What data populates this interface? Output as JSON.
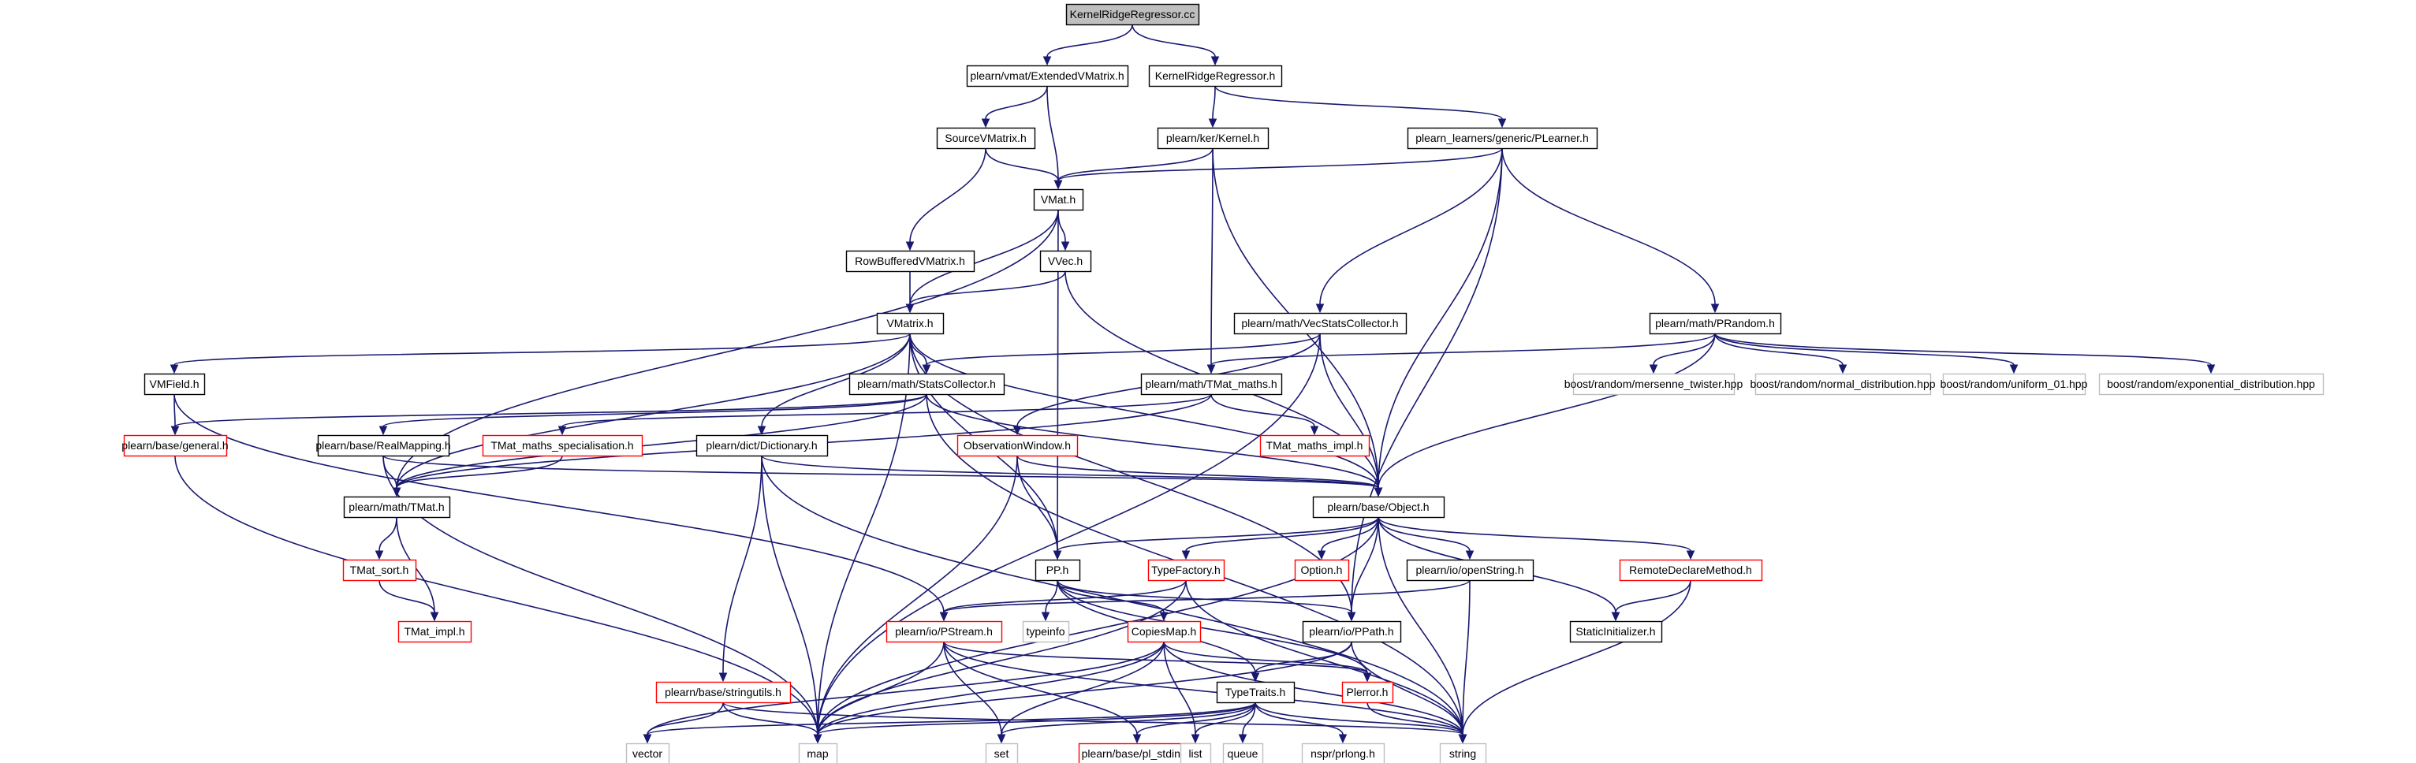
{
  "graph": {
    "nodes": {
      "root": {
        "label": "KernelRidgeRegressor.cc",
        "style": "root"
      },
      "evm": {
        "label": "plearn/vmat/ExtendedVMatrix.h",
        "style": "normal"
      },
      "krh": {
        "label": "KernelRidgeRegressor.h",
        "style": "normal"
      },
      "svm": {
        "label": "SourceVMatrix.h",
        "style": "normal"
      },
      "vmat": {
        "label": "VMat.h",
        "style": "normal"
      },
      "kernel": {
        "label": "plearn/ker/Kernel.h",
        "style": "normal"
      },
      "plearner": {
        "label": "plearn_learners/generic/PLearner.h",
        "style": "normal"
      },
      "rbvm": {
        "label": "RowBufferedVMatrix.h",
        "style": "normal"
      },
      "vvec": {
        "label": "VVec.h",
        "style": "normal"
      },
      "vmatrix": {
        "label": "VMatrix.h",
        "style": "normal"
      },
      "vecstats": {
        "label": "plearn/math/VecStatsCollector.h",
        "style": "normal"
      },
      "prandom": {
        "label": "plearn/math/PRandom.h",
        "style": "normal"
      },
      "vmfield": {
        "label": "VMField.h",
        "style": "normal"
      },
      "stats": {
        "label": "plearn/math/StatsCollector.h",
        "style": "normal"
      },
      "tmatmaths": {
        "label": "plearn/math/TMat_maths.h",
        "style": "normal"
      },
      "mt": {
        "label": "boost/random/mersenne_twister.hpp",
        "style": "leaf"
      },
      "normal": {
        "label": "boost/random/normal_distribution.hpp",
        "style": "leaf"
      },
      "uniform": {
        "label": "boost/random/uniform_01.hpp",
        "style": "leaf"
      },
      "expo": {
        "label": "boost/random/exponential_distribution.hpp",
        "style": "leaf"
      },
      "general": {
        "label": "plearn/base/general.h",
        "style": "truncated"
      },
      "realmap": {
        "label": "plearn/base/RealMapping.h",
        "style": "normal"
      },
      "tmatspec": {
        "label": "TMat_maths_specialisation.h",
        "style": "truncated"
      },
      "dict": {
        "label": "plearn/dict/Dictionary.h",
        "style": "normal"
      },
      "obswin": {
        "label": "ObservationWindow.h",
        "style": "truncated"
      },
      "tmatimpl1": {
        "label": "TMat_maths_impl.h",
        "style": "truncated"
      },
      "tmat": {
        "label": "plearn/math/TMat.h",
        "style": "normal"
      },
      "object": {
        "label": "plearn/base/Object.h",
        "style": "normal"
      },
      "tmatsort": {
        "label": "TMat_sort.h",
        "style": "truncated"
      },
      "tmatimpl2": {
        "label": "TMat_impl.h",
        "style": "truncated"
      },
      "pp": {
        "label": "PP.h",
        "style": "normal"
      },
      "typefactory": {
        "label": "TypeFactory.h",
        "style": "truncated"
      },
      "option": {
        "label": "Option.h",
        "style": "truncated"
      },
      "openstring": {
        "label": "plearn/io/openString.h",
        "style": "normal"
      },
      "remote": {
        "label": "RemoteDeclareMethod.h",
        "style": "truncated"
      },
      "pstream": {
        "label": "plearn/io/PStream.h",
        "style": "truncated"
      },
      "typeinfo": {
        "label": "typeinfo",
        "style": "leaf"
      },
      "copiesmap": {
        "label": "CopiesMap.h",
        "style": "truncated"
      },
      "ppath": {
        "label": "plearn/io/PPath.h",
        "style": "normal"
      },
      "staticinit": {
        "label": "StaticInitializer.h",
        "style": "normal"
      },
      "stringutils": {
        "label": "plearn/base/stringutils.h",
        "style": "truncated"
      },
      "perror": {
        "label": "Plerror.h",
        "style": "truncated"
      },
      "typetraits": {
        "label": "TypeTraits.h",
        "style": "normal"
      },
      "vector": {
        "label": "vector",
        "style": "leaf"
      },
      "map": {
        "label": "map",
        "style": "leaf"
      },
      "set": {
        "label": "set",
        "style": "leaf"
      },
      "plstdint": {
        "label": "plearn/base/pl_stdint.h",
        "style": "truncated"
      },
      "list": {
        "label": "list",
        "style": "leaf"
      },
      "queue": {
        "label": "queue",
        "style": "leaf"
      },
      "nsprlong": {
        "label": "nspr/prlong.h",
        "style": "leaf"
      },
      "string": {
        "label": "string",
        "style": "leaf"
      }
    },
    "edges": [
      [
        "root",
        "evm"
      ],
      [
        "root",
        "krh"
      ],
      [
        "evm",
        "svm"
      ],
      [
        "evm",
        "vmat"
      ],
      [
        "krh",
        "kernel"
      ],
      [
        "krh",
        "plearner"
      ],
      [
        "svm",
        "vmat"
      ],
      [
        "svm",
        "rbvm"
      ],
      [
        "kernel",
        "vmat"
      ],
      [
        "kernel",
        "tmatmaths"
      ],
      [
        "kernel",
        "object"
      ],
      [
        "plearner",
        "vmat"
      ],
      [
        "plearner",
        "vecstats"
      ],
      [
        "plearner",
        "object"
      ],
      [
        "plearner",
        "prandom"
      ],
      [
        "plearner",
        "ppath"
      ],
      [
        "vmat",
        "vvec"
      ],
      [
        "vmat",
        "vmatrix"
      ],
      [
        "vmat",
        "tmat"
      ],
      [
        "vmat",
        "pp"
      ],
      [
        "rbvm",
        "vmatrix"
      ],
      [
        "vvec",
        "vmatrix"
      ],
      [
        "vvec",
        "object"
      ],
      [
        "vmatrix",
        "vmfield"
      ],
      [
        "vmatrix",
        "stats"
      ],
      [
        "vmatrix",
        "dict"
      ],
      [
        "vmatrix",
        "tmat"
      ],
      [
        "vmatrix",
        "object"
      ],
      [
        "vmatrix",
        "pp"
      ],
      [
        "vmatrix",
        "map"
      ],
      [
        "vmatrix",
        "ppath"
      ],
      [
        "vecstats",
        "stats"
      ],
      [
        "vecstats",
        "obswin"
      ],
      [
        "vecstats",
        "object"
      ],
      [
        "vecstats",
        "map"
      ],
      [
        "prandom",
        "tmatmaths"
      ],
      [
        "prandom",
        "object"
      ],
      [
        "prandom",
        "mt"
      ],
      [
        "prandom",
        "normal"
      ],
      [
        "prandom",
        "uniform"
      ],
      [
        "prandom",
        "expo"
      ],
      [
        "vmfield",
        "general"
      ],
      [
        "vmfield",
        "pstream"
      ],
      [
        "stats",
        "general"
      ],
      [
        "stats",
        "realmap"
      ],
      [
        "stats",
        "tmat"
      ],
      [
        "stats",
        "object"
      ],
      [
        "stats",
        "string"
      ],
      [
        "tmatmaths",
        "tmatspec"
      ],
      [
        "tmatmaths",
        "tmatimpl1"
      ],
      [
        "tmatmaths",
        "tmat"
      ],
      [
        "general",
        "map"
      ],
      [
        "realmap",
        "tmat"
      ],
      [
        "realmap",
        "object"
      ],
      [
        "realmap",
        "map"
      ],
      [
        "tmatspec",
        "tmat"
      ],
      [
        "dict",
        "object"
      ],
      [
        "dict",
        "stringutils"
      ],
      [
        "dict",
        "map"
      ],
      [
        "dict",
        "string"
      ],
      [
        "obswin",
        "object"
      ],
      [
        "obswin",
        "pp"
      ],
      [
        "obswin",
        "map"
      ],
      [
        "tmat",
        "tmatsort"
      ],
      [
        "tmat",
        "tmatimpl2"
      ],
      [
        "tmatsort",
        "tmatimpl2"
      ],
      [
        "object",
        "pp"
      ],
      [
        "object",
        "typefactory"
      ],
      [
        "object",
        "option"
      ],
      [
        "object",
        "openstring"
      ],
      [
        "object",
        "remote"
      ],
      [
        "object",
        "staticinit"
      ],
      [
        "object",
        "ppath"
      ],
      [
        "object",
        "map"
      ],
      [
        "object",
        "string"
      ],
      [
        "pp",
        "typeinfo"
      ],
      [
        "pp",
        "copiesmap"
      ],
      [
        "pp",
        "typetraits"
      ],
      [
        "pp",
        "ppath"
      ],
      [
        "pp",
        "perror"
      ],
      [
        "typefactory",
        "pstream"
      ],
      [
        "typefactory",
        "map"
      ],
      [
        "typefactory",
        "string"
      ],
      [
        "openstring",
        "pstream"
      ],
      [
        "openstring",
        "string"
      ],
      [
        "remote",
        "staticinit"
      ],
      [
        "remote",
        "string"
      ],
      [
        "pstream",
        "map"
      ],
      [
        "pstream",
        "set"
      ],
      [
        "pstream",
        "plstdint"
      ],
      [
        "pstream",
        "perror"
      ],
      [
        "pstream",
        "string"
      ],
      [
        "copiesmap",
        "map"
      ],
      [
        "copiesmap",
        "set"
      ],
      [
        "copiesmap",
        "list"
      ],
      [
        "copiesmap",
        "perror"
      ],
      [
        "copiesmap",
        "string"
      ],
      [
        "copiesmap",
        "vector"
      ],
      [
        "ppath",
        "map"
      ],
      [
        "ppath",
        "string"
      ],
      [
        "ppath",
        "typetraits"
      ],
      [
        "stringutils",
        "vector"
      ],
      [
        "stringutils",
        "map"
      ],
      [
        "stringutils",
        "string"
      ],
      [
        "perror",
        "string"
      ],
      [
        "typetraits",
        "vector"
      ],
      [
        "typetraits",
        "map"
      ],
      [
        "typetraits",
        "set"
      ],
      [
        "typetraits",
        "plstdint"
      ],
      [
        "typetraits",
        "list"
      ],
      [
        "typetraits",
        "queue"
      ],
      [
        "typetraits",
        "nsprlong"
      ],
      [
        "typetraits",
        "string"
      ]
    ]
  },
  "styles": {
    "root": {
      "fill": "#bfbfbf",
      "stroke": "#000000"
    },
    "normal": {
      "fill": "#ffffff",
      "stroke": "#000000"
    },
    "truncated": {
      "fill": "#ffffff",
      "stroke": "#ff0000"
    },
    "leaf": {
      "fill": "#ffffff",
      "stroke": "#bfbfbf"
    },
    "edge": "#191970"
  }
}
